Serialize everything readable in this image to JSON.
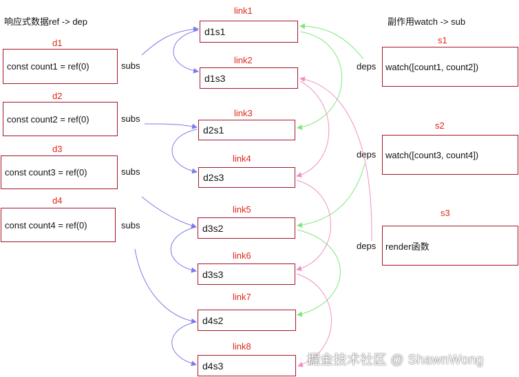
{
  "headings": {
    "left": "响应式数据ref -> dep",
    "right": "副作用watch -> sub"
  },
  "deps": [
    {
      "id": "d1",
      "code": "const count1 = ref(0)",
      "edge_label": "subs"
    },
    {
      "id": "d2",
      "code": "const count2 = ref(0)",
      "edge_label": "subs"
    },
    {
      "id": "d3",
      "code": "const count3 = ref(0)",
      "edge_label": "subs"
    },
    {
      "id": "d4",
      "code": "const count4 = ref(0)",
      "edge_label": "subs"
    }
  ],
  "links": [
    {
      "id": "link1",
      "label": "d1s1"
    },
    {
      "id": "link2",
      "label": "d1s3"
    },
    {
      "id": "link3",
      "label": "d2s1"
    },
    {
      "id": "link4",
      "label": "d2s3"
    },
    {
      "id": "link5",
      "label": "d3s2"
    },
    {
      "id": "link6",
      "label": "d3s3"
    },
    {
      "id": "link7",
      "label": "d4s2"
    },
    {
      "id": "link8",
      "label": "d4s3"
    }
  ],
  "subs": [
    {
      "id": "s1",
      "code": "watch([count1, count2])",
      "edge_label": "deps"
    },
    {
      "id": "s2",
      "code": "watch([count3, count4])",
      "edge_label": "deps"
    },
    {
      "id": "s3",
      "code": "render函数",
      "edge_label": "deps"
    }
  ],
  "colors": {
    "box_border": "#a3142a",
    "label_red": "#e0261a",
    "dep_arrow": "#7b7bea",
    "s1_arrow": "#7ce87c",
    "s3_arrow": "#ef8fc4"
  },
  "watermark": "掘金技术社区 @ ShawnWong"
}
